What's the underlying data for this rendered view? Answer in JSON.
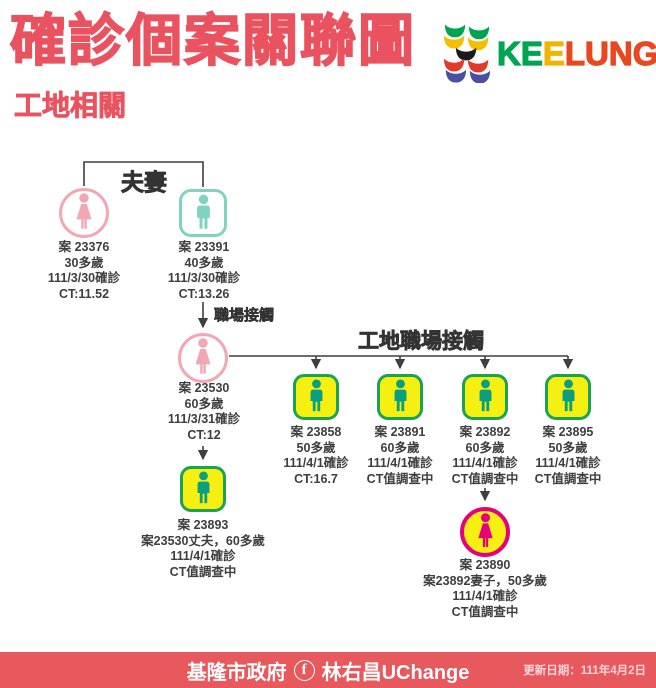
{
  "header": {
    "title": "確診個案關聯圖",
    "subtitle": "工地相關",
    "logo": {
      "letters": [
        {
          "ch": "K",
          "color": "#00a551"
        },
        {
          "ch": "E",
          "color": "#00a551"
        },
        {
          "ch": "E",
          "color": "#f0b400"
        },
        {
          "ch": "L",
          "color": "#e8471f"
        },
        {
          "ch": "U",
          "color": "#e8471f"
        },
        {
          "ch": "N",
          "color": "#e8471f"
        },
        {
          "ch": "G",
          "color": "#e8471f"
        }
      ]
    }
  },
  "relations": {
    "couple_label": "夫妻",
    "workplace_label": "職場接觸",
    "site_workplace_label": "工地職場接觸"
  },
  "cases": {
    "c23376": {
      "lines": [
        "案 23376",
        "30多歲",
        "111/3/30確診",
        "CT:11.52"
      ]
    },
    "c23391": {
      "lines": [
        "案 23391",
        "40多歲",
        "111/3/30確診",
        "CT:13.26"
      ]
    },
    "c23530": {
      "lines": [
        "案 23530",
        "60多歲",
        "111/3/31確診",
        "CT:12"
      ]
    },
    "c23858": {
      "lines": [
        "案 23858",
        "50多歲",
        "111/4/1確診",
        "CT:16.7"
      ]
    },
    "c23891": {
      "lines": [
        "案 23891",
        "60多歲",
        "111/4/1確診",
        "CT值調查中"
      ]
    },
    "c23892": {
      "lines": [
        "案 23892",
        "60多歲",
        "111/4/1確診",
        "CT值調查中"
      ]
    },
    "c23895": {
      "lines": [
        "案 23895",
        "50多歲",
        "111/4/1確診",
        "CT值調查中"
      ]
    },
    "c23893": {
      "lines": [
        "案 23893",
        "案23530丈夫，60多歲",
        "111/4/1確診",
        "CT值調查中"
      ]
    },
    "c23890": {
      "lines": [
        "案 23890",
        "案23892妻子，50多歲",
        "111/4/1確診",
        "CT值調查中"
      ]
    }
  },
  "footer": {
    "gov": "基隆市政府",
    "fb": "f",
    "account": "林右昌UChange",
    "updated": "更新日期：111年4月2日"
  },
  "colors": {
    "titleRed": "#e9525e",
    "pink": "#f2a7b3",
    "teal": "#7fd3c0",
    "yellow": "#f5ef12",
    "green": "#1aa352",
    "greenFig": "#0a9f7e",
    "magenta": "#e5007d",
    "ink": "#3e3e3e",
    "footerRed": "#e8595e"
  }
}
